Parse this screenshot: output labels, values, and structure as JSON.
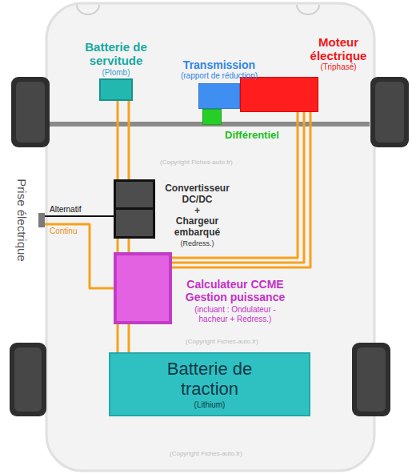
{
  "diagram": {
    "nodes": [
      {
        "text": [
          "Batterie de servitude",
          "(Plomb)"
        ]
      },
      {
        "text": [
          "Transmission",
          "(rapport de réduction)"
        ]
      },
      {
        "text": [
          "Moteur électrique",
          "(Triphasé)"
        ]
      },
      {
        "text": [
          "Différentiel"
        ]
      },
      {
        "text": [
          "Prise électrique"
        ]
      },
      {
        "text": [
          "Convertisseur DC/DC",
          "+",
          "Chargeur embarqué",
          "(Redress.)"
        ]
      },
      {
        "text": [
          "Calculateur CCME",
          "Gestion puissance",
          "(incluant : Ondulateur - hacheur + Redress.)"
        ]
      },
      {
        "text": [
          "Batterie de traction",
          "(Lithium)"
        ]
      }
    ],
    "edges": [
      {
        "from": 0,
        "to": 5,
        "arrow": "none"
      },
      {
        "from": 5,
        "to": 6,
        "arrow": "none"
      },
      {
        "from": 6,
        "to": 7,
        "arrow": "none"
      },
      {
        "from": 2,
        "to": 6,
        "arrow": "none"
      },
      {
        "from": 4,
        "to": 5,
        "label": "Alternatif",
        "arrow": "none"
      },
      {
        "from": 4,
        "to": 6,
        "label": "Continu",
        "arrow": "none"
      }
    ],
    "labels": [
      "(Copyright Fiches-auto.fr)",
      "(Copyright Fiches-auto.fr)",
      "(Copyright Fiches-auto.fr)"
    ]
  }
}
